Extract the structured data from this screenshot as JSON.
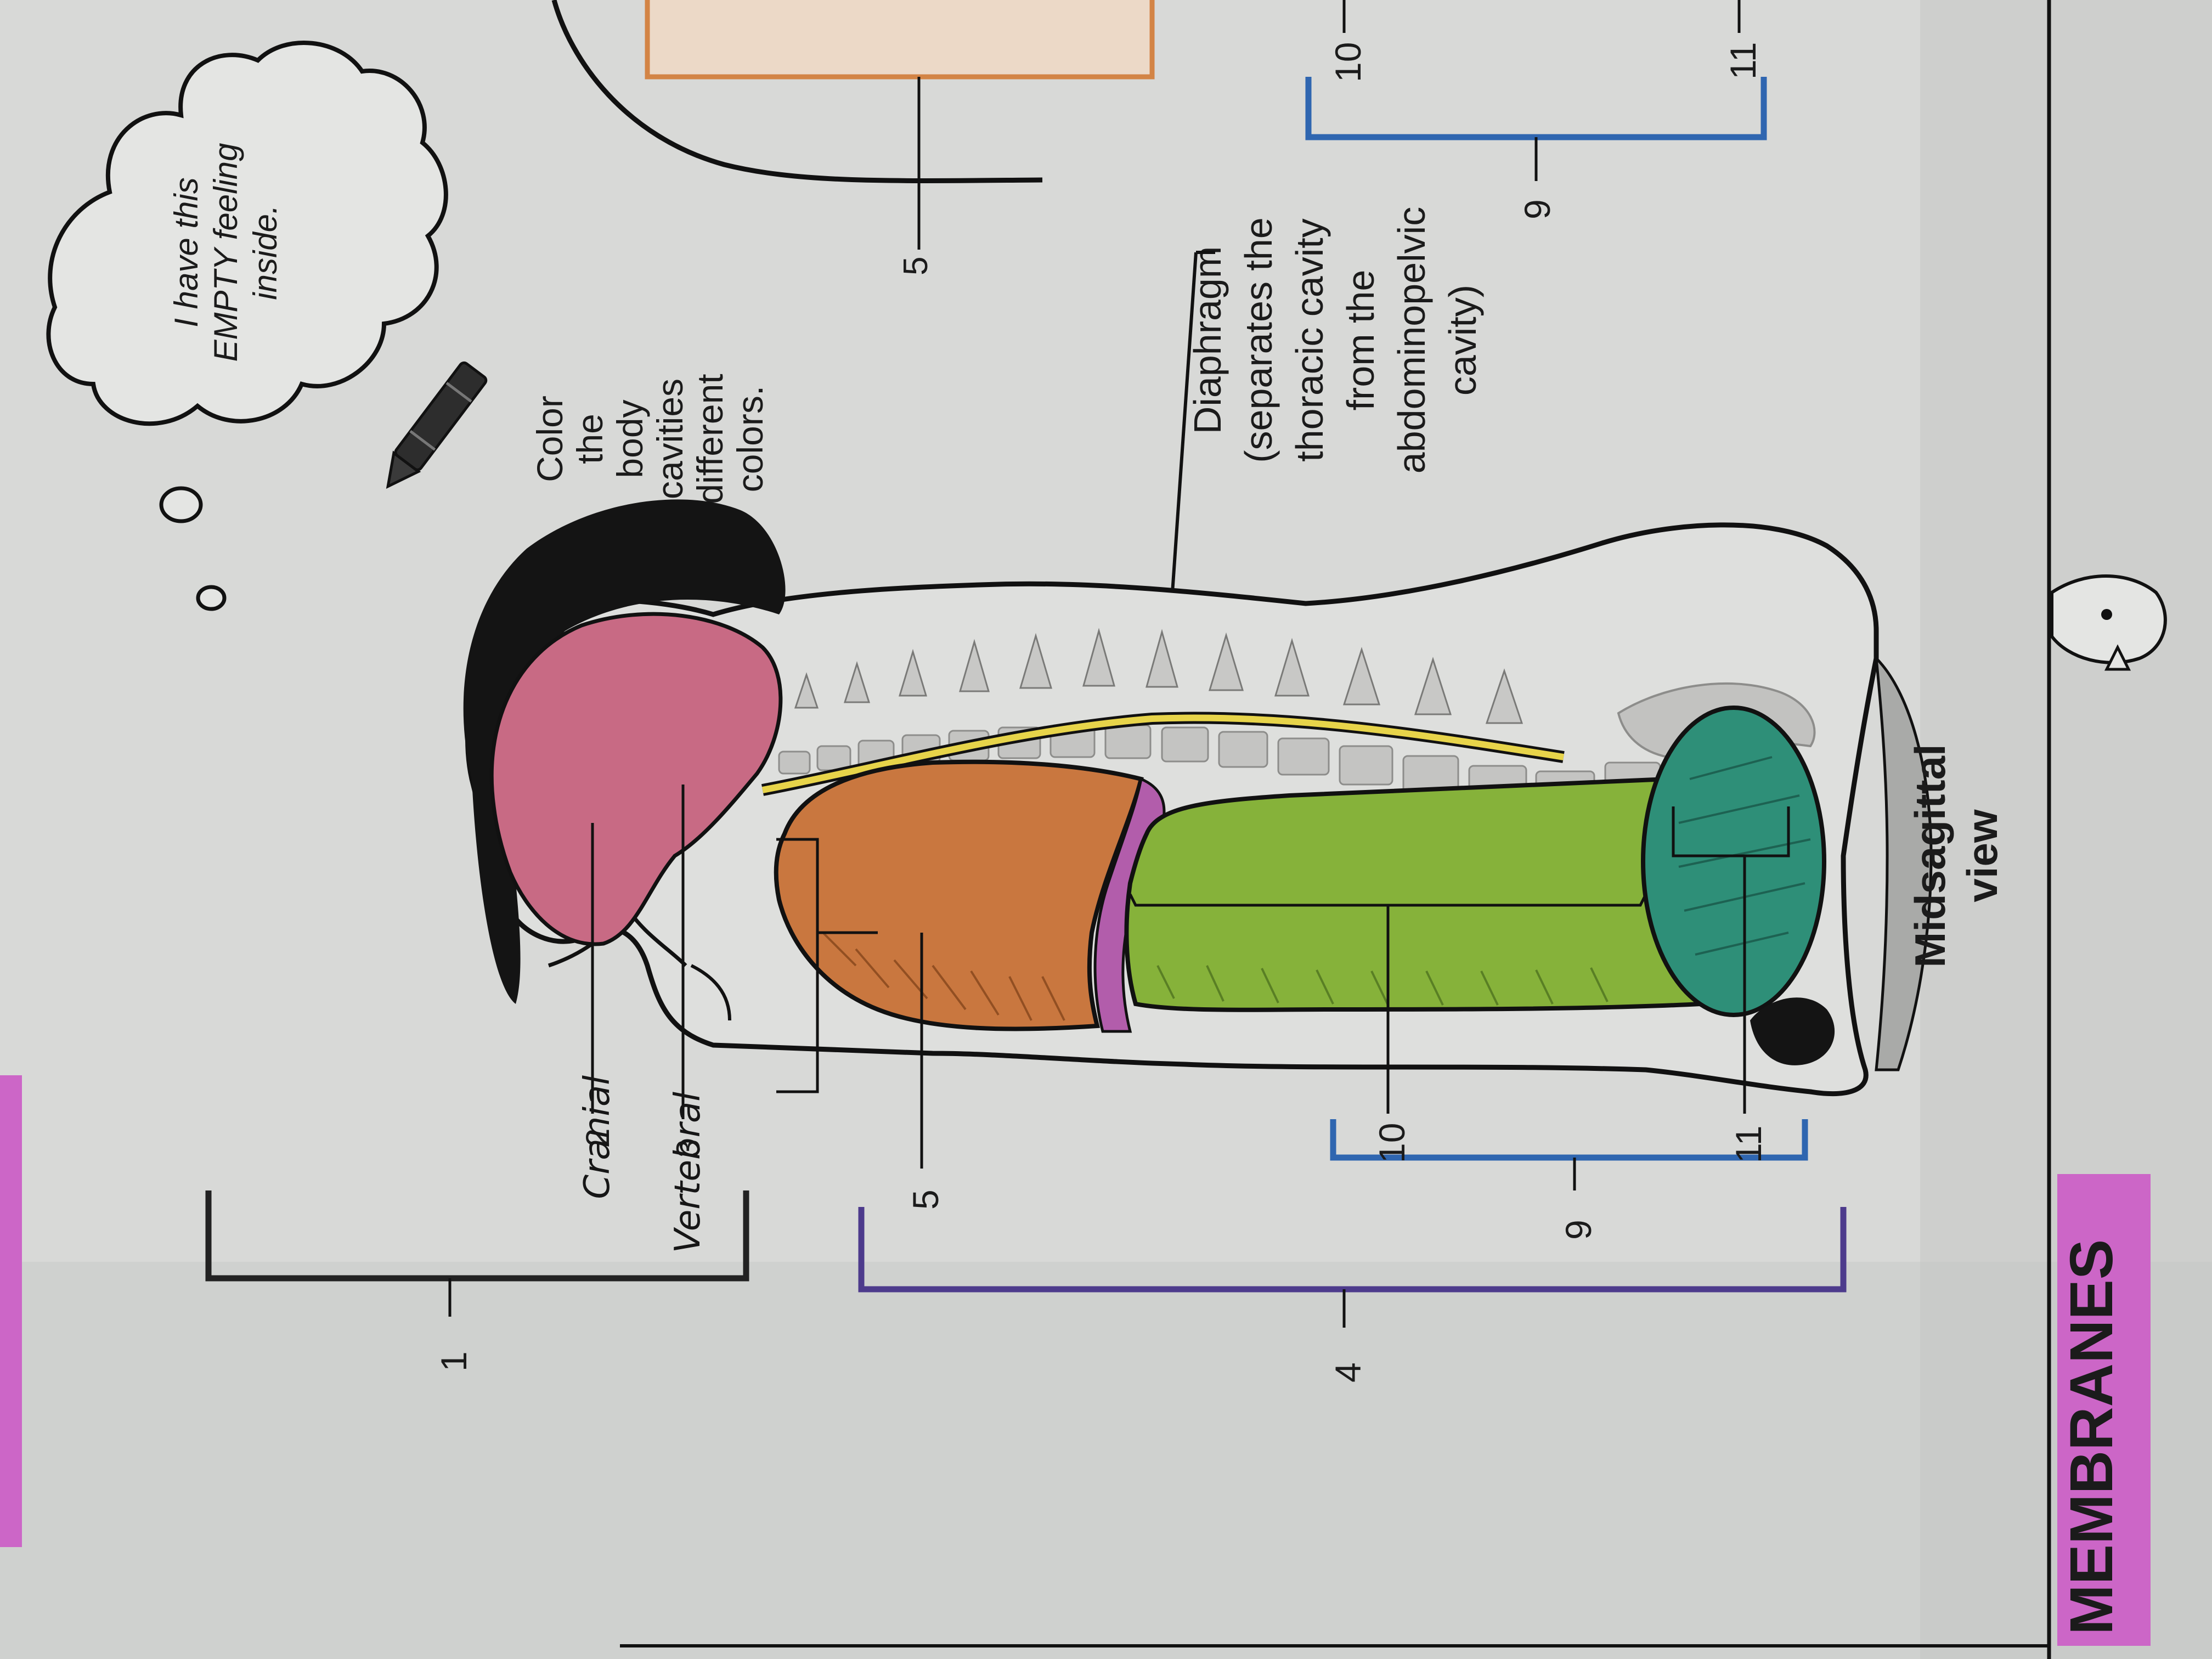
{
  "thought_bubble": {
    "line1": "I have this",
    "line2": "EMPTY feeling",
    "line3": "inside."
  },
  "instruction": {
    "line1": "Color",
    "line2": "the",
    "line3": "body",
    "line4": "cavities",
    "line5": "different",
    "line6": "colors."
  },
  "diaphragm_note": {
    "line1": "Diaphragm",
    "line2": "(separates the",
    "line3": "thoracic cavity",
    "line4": "from the",
    "line5": "abdominopelvic",
    "line6": "cavity)"
  },
  "view_caption": {
    "line1": "Midsagittal",
    "line2": "view"
  },
  "section_heading": "MEMBRANES",
  "handwritten": {
    "cranial": "Cranial",
    "vertebral": "Vertebral"
  },
  "labels": {
    "n1": "1",
    "n2": "2",
    "n3": "3",
    "n4": "4",
    "n5": "5",
    "n9": "9",
    "n10": "10",
    "n11": "11",
    "r5": "5",
    "r9": "9",
    "r10": "10",
    "r11": "11"
  },
  "colors": {
    "cranial_cavity": "#c86a84",
    "spinal_cord": "#e7d44a",
    "thoracic_cavity": "#c9773f",
    "diaphragm": "#b25dab",
    "abdominal_cavity": "#86b23a",
    "pelvic_cavity": "#2e8f78",
    "hair": "#141414",
    "heading_highlight": "#cc66c7",
    "dorsal_bracket": "#222222",
    "ventral_bracket": "#4d3b8c",
    "abdominopelvic_bracket": "#2f66b0"
  }
}
